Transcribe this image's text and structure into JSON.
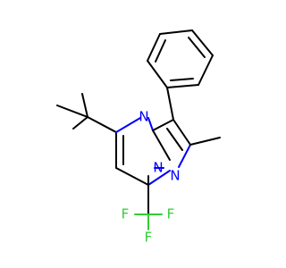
{
  "diagram": {
    "atom_labels": {
      "n_ring": "N",
      "n_bridge": "N",
      "n_pyrazole": "N",
      "f_left": "F",
      "f_bottom": "F",
      "f_right": "F"
    },
    "colors": {
      "bond": "#000000",
      "nitrogen": "#0000ff",
      "fluorine": "#33cc33"
    }
  }
}
